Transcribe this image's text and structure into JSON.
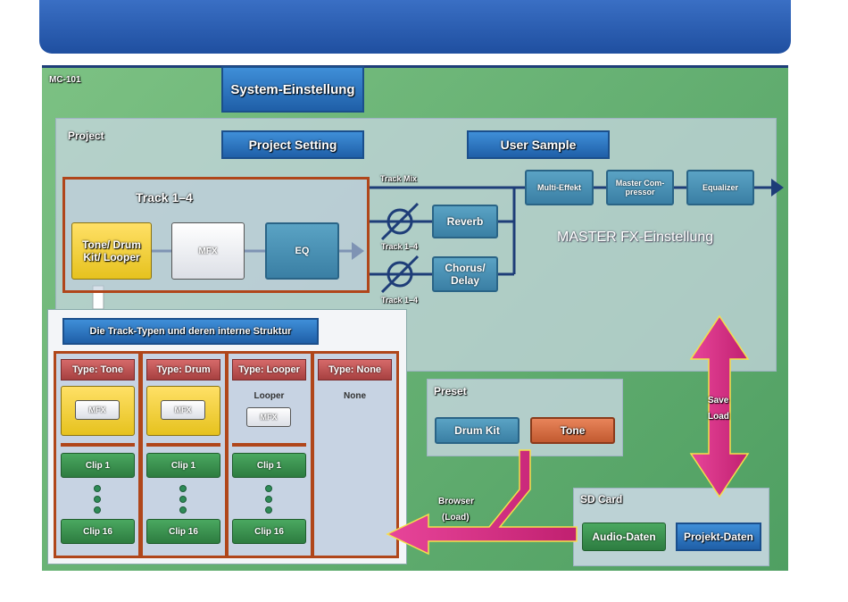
{
  "device": "MC-101",
  "buttons": {
    "system": "System-Einstellung",
    "project_setting": "Project Setting",
    "user_sample": "User Sample",
    "track_types": "Die Track-Typen und deren interne Struktur"
  },
  "project": {
    "label": "Project",
    "track_box_title": "Track 1–4",
    "tone_box": "Tone/ Drum Kit/ Looper",
    "mfx": "MFX",
    "eq": "EQ",
    "track_mix": "Track Mix",
    "reverb": "Reverb",
    "chorus": "Chorus/ Delay",
    "send_label_1": "Track 1–4",
    "send_label_2": "Track 1–4",
    "master_chain": [
      "Multi-Effekt",
      "Master Com-pressor",
      "Equalizer"
    ],
    "master_label": "MASTER FX-Einstellung"
  },
  "types": [
    {
      "header": "Type: Tone",
      "inner": "MFX",
      "clip_first": "Clip 1",
      "clip_last": "Clip 16"
    },
    {
      "header": "Type: Drum",
      "inner": "MFX",
      "clip_first": "Clip 1",
      "clip_last": "Clip 16"
    },
    {
      "header": "Type: Looper",
      "sub": "Looper",
      "inner": "MFX",
      "clip_first": "Clip 1",
      "clip_last": "Clip 16"
    },
    {
      "header": "Type: None",
      "sub": "None"
    }
  ],
  "preset": {
    "label": "Preset",
    "drum_kit": "Drum Kit",
    "tone": "Tone"
  },
  "sdcard": {
    "label": "SD Card",
    "audio": "Audio-Daten",
    "project": "Projekt-Daten"
  },
  "arrows": {
    "save": "Save",
    "load": "Load",
    "browser": "Browser",
    "browser_load": "(Load)"
  },
  "colors": {
    "header_bar": "#1f4fa0",
    "device_bg": "#5fae6e",
    "arrow_magenta": "#d6337f"
  }
}
